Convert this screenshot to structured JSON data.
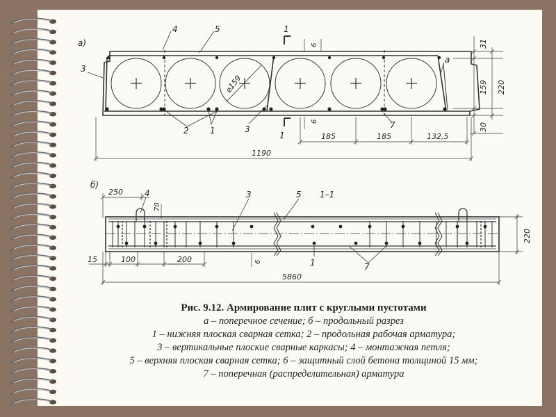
{
  "diagram": {
    "part_a": {
      "label": "а)",
      "callouts": [
        "4",
        "5",
        "3",
        "1",
        "2",
        "1",
        "3",
        "7",
        "а"
      ],
      "section_mark": "1",
      "dims": {
        "d": "⌀159",
        "s6a": "6",
        "s6b": "6",
        "s185a": "185",
        "s185b": "185",
        "s132": "132,5",
        "s1190": "1190",
        "v31": "31",
        "v159": "159",
        "v220": "220",
        "v30": "30"
      }
    },
    "part_b": {
      "label": "б)",
      "section_title": "1–1",
      "callouts": [
        "4",
        "3",
        "5",
        "1",
        "7"
      ],
      "dims": {
        "d250": "250",
        "d70": "70",
        "d15": "15",
        "d100": "100",
        "d200": "200",
        "d6": "6",
        "d5860": "5860",
        "d220": "220"
      }
    }
  },
  "caption": {
    "title": "Рис. 9.12. Армирование плит с круглыми пустотами",
    "lines": [
      "а – поперечное сечение; б – продольный разрез",
      "1 – нижняя плоская сварная сетка; 2 – продольная рабочая арматура;",
      "3 – вертикальные плоские сварные каркасы; 4 – монтажная петля;",
      "5 – верхняя плоская сварная сетка; 6 – защитный слой бетона толщиной 15 мм;",
      "7 – поперечная (распределительная) арматура"
    ]
  }
}
